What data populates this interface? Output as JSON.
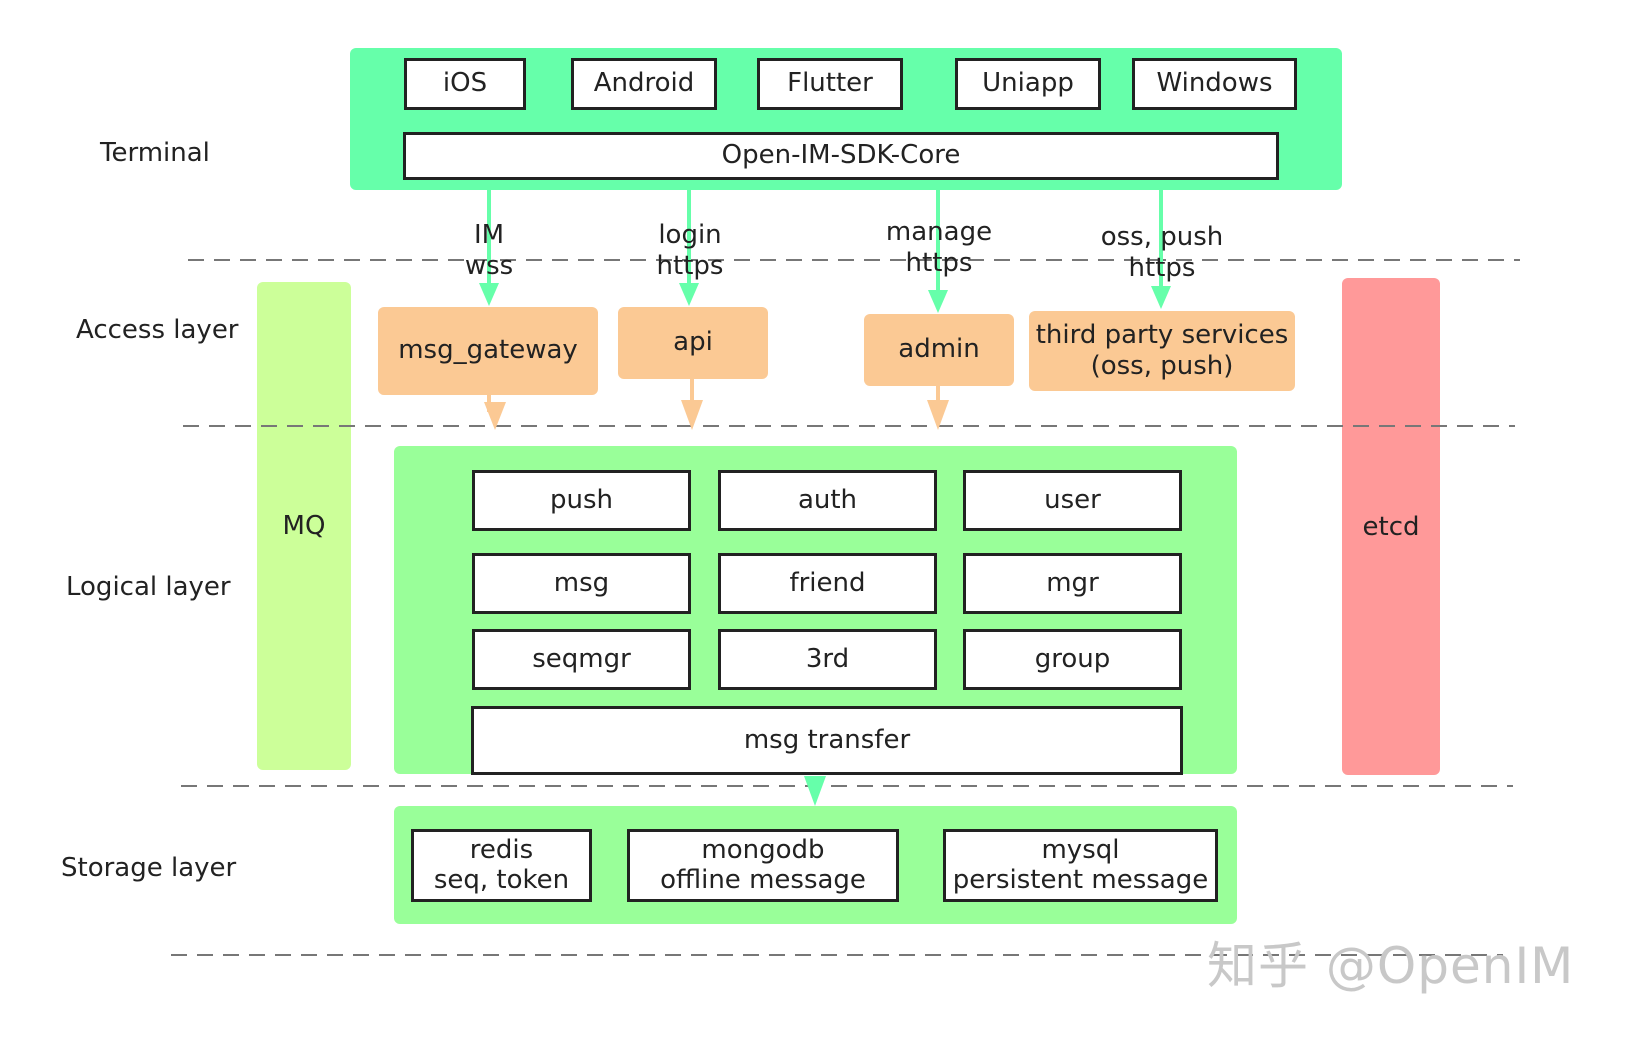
{
  "layers": {
    "terminal": "Terminal",
    "access": "Access layer",
    "logical": "Logical layer",
    "storage": "Storage layer"
  },
  "terminal": {
    "platforms": [
      "iOS",
      "Android",
      "Flutter",
      "Uniapp",
      "Windows"
    ],
    "sdk_core": "Open-IM-SDK-Core"
  },
  "protocols": {
    "im": "IM\nwss",
    "login": "login\nhttps",
    "manage": "manage\nhttps",
    "oss": "oss, push\nhttps"
  },
  "access": {
    "msg_gateway": "msg_gateway",
    "api": "api",
    "admin": "admin",
    "third_party": "third party services\n(oss, push)"
  },
  "side": {
    "mq": "MQ",
    "etcd": "etcd"
  },
  "logical": {
    "services": [
      "push",
      "auth",
      "user",
      "msg",
      "friend",
      "mgr",
      "seqmgr",
      "3rd",
      "group"
    ],
    "msg_transfer": "msg transfer"
  },
  "storage": {
    "redis": "redis\nseq, token",
    "mongodb": "mongodb\noffline message",
    "mysql": "mysql\npersistent message"
  },
  "watermark": "知乎 @OpenIM",
  "colors": {
    "terminal_panel": "#66ffaa",
    "logical_panel": "#99ff99",
    "mq": "#ccff99",
    "etcd": "#ff9999",
    "access_box": "#fbc994",
    "arrow_green": "#66ffaa",
    "arrow_orange": "#fbc994"
  }
}
